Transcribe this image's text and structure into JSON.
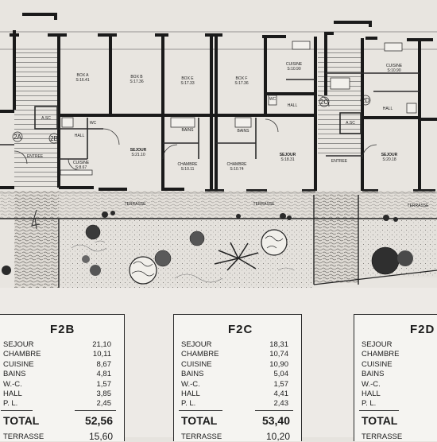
{
  "plan": {
    "rooms": {
      "box_a": "BOX A",
      "box_a_area": "S:16.41",
      "box_b": "BOX B",
      "box_b_area": "S:17.36",
      "box_e": "BOX E",
      "box_e_area": "S:17.33",
      "box_f": "BOX F",
      "box_f_area": "S:17.36",
      "cuisine_top": "CUISINE",
      "cuisine_top_area": "S:10.90",
      "cuisine_right": "CUISINE",
      "cuisine_right_area": "S:10.90",
      "asc_left": "A.SC",
      "asc_right": "A.SC",
      "hall_left": "HALL",
      "hall_mid": "HALL",
      "hall_right": "HALL",
      "bains_a": "BAINS",
      "bains_b": "BAINS",
      "wc_a": "WC",
      "wc_b": "WC",
      "sejour_a": "SEJOUR",
      "sejour_a_area": "S:21.10",
      "sejour_b": "SEJOUR",
      "sejour_b_area": "S:18.31",
      "sejour_c": "SEJOUR",
      "sejour_c_area": "S:20.18",
      "chambre_a": "CHAMBRE",
      "chambre_a_area": "S:10.11",
      "chambre_b": "CHAMBRE",
      "chambre_b_area": "S:10.74",
      "cuisine_left": "CUISINE",
      "cuisine_left_area": "S:8.67",
      "entree_left": "ENTREE",
      "entree_right": "ENTREE",
      "terrasse_a": "TERRASSE",
      "terrasse_b": "TERRASSE",
      "terrasse_c": "TERRASSE",
      "tag_2a": "2A",
      "tag_2b": "2B",
      "tag_2c": "2C",
      "tag_2d": "2D"
    }
  },
  "tables": [
    {
      "title": "F2B",
      "rows": [
        {
          "label": "SEJOUR",
          "value": "21,10"
        },
        {
          "label": "CHAMBRE",
          "value": "10,11"
        },
        {
          "label": "CUISINE",
          "value": "8,67"
        },
        {
          "label": "BAINS",
          "value": "4,81"
        },
        {
          "label": "W.-C.",
          "value": "1,57"
        },
        {
          "label": "HALL",
          "value": "3,85"
        },
        {
          "label": "P. L.",
          "value": "2,45"
        }
      ],
      "total_label": "TOTAL",
      "total_value": "52,56",
      "terrasse_label": "TERRASSE",
      "terrasse_value": "15,60"
    },
    {
      "title": "F2C",
      "rows": [
        {
          "label": "SEJOUR",
          "value": "18,31"
        },
        {
          "label": "CHAMBRE",
          "value": "10,74"
        },
        {
          "label": "CUISINE",
          "value": "10,90"
        },
        {
          "label": "BAINS",
          "value": "5,04"
        },
        {
          "label": "W.-C.",
          "value": "1,57"
        },
        {
          "label": "HALL",
          "value": "4,41"
        },
        {
          "label": "P. L.",
          "value": "2,43"
        }
      ],
      "total_label": "TOTAL",
      "total_value": "53,40",
      "terrasse_label": "TERRASSE",
      "terrasse_value": "10,20"
    },
    {
      "title": "F2D",
      "rows": [
        {
          "label": "SEJOUR",
          "value": ""
        },
        {
          "label": "CHAMBRE",
          "value": ""
        },
        {
          "label": "CUISINE",
          "value": ""
        },
        {
          "label": "BAINS",
          "value": ""
        },
        {
          "label": "W.-C.",
          "value": ""
        },
        {
          "label": "HALL",
          "value": ""
        },
        {
          "label": "P. L.",
          "value": ""
        }
      ],
      "total_label": "TOTAL",
      "total_value": "",
      "terrasse_label": "TERRASSE",
      "terrasse_value": ""
    }
  ]
}
